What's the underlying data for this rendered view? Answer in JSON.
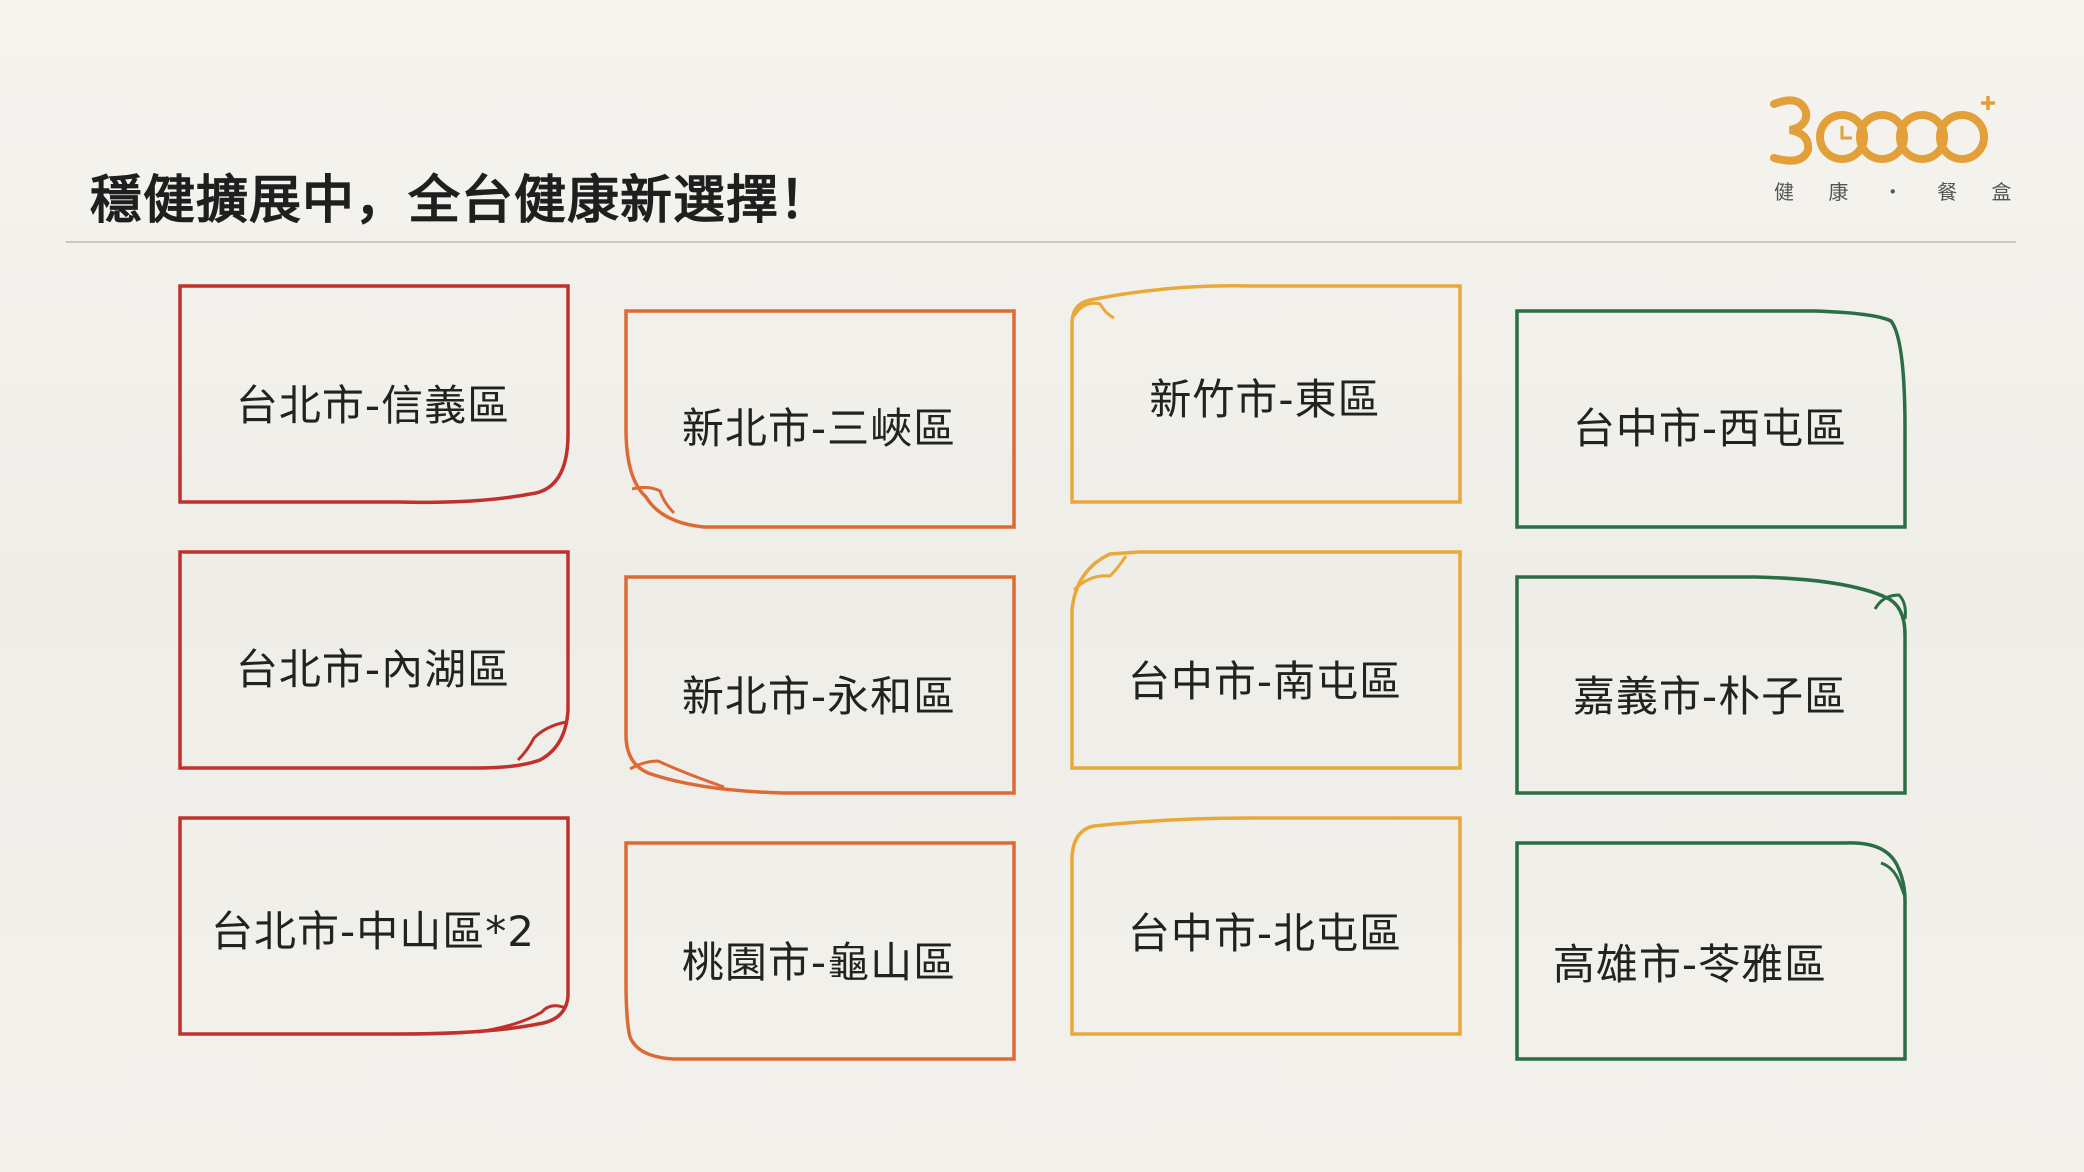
{
  "title": "穩健擴展中，全台健康新選擇！",
  "logo": {
    "number": "30000",
    "plus": "+",
    "subtitle": "健 康 ・ 餐 盒",
    "color": "#e3a03a"
  },
  "colors": {
    "red": "#c0312b",
    "orange": "#dd6a35",
    "yellow": "#e9a83a",
    "green": "#2a6e45"
  },
  "cards": [
    {
      "label": "台北市-信義區",
      "color": "red"
    },
    {
      "label": "新北市-三峽區",
      "color": "orange"
    },
    {
      "label": "新竹市-東區",
      "color": "yellow"
    },
    {
      "label": "台中市-西屯區",
      "color": "green"
    },
    {
      "label": "台北市-內湖區",
      "color": "red"
    },
    {
      "label": "新北市-永和區",
      "color": "orange"
    },
    {
      "label": "台中市-南屯區",
      "color": "yellow"
    },
    {
      "label": "嘉義市-朴子區",
      "color": "green"
    },
    {
      "label": "台北市-中山區*2",
      "color": "red"
    },
    {
      "label": "桃園市-龜山區",
      "color": "orange"
    },
    {
      "label": "台中市-北屯區",
      "color": "yellow"
    },
    {
      "label": "高雄市-苓雅區",
      "color": "green"
    }
  ]
}
